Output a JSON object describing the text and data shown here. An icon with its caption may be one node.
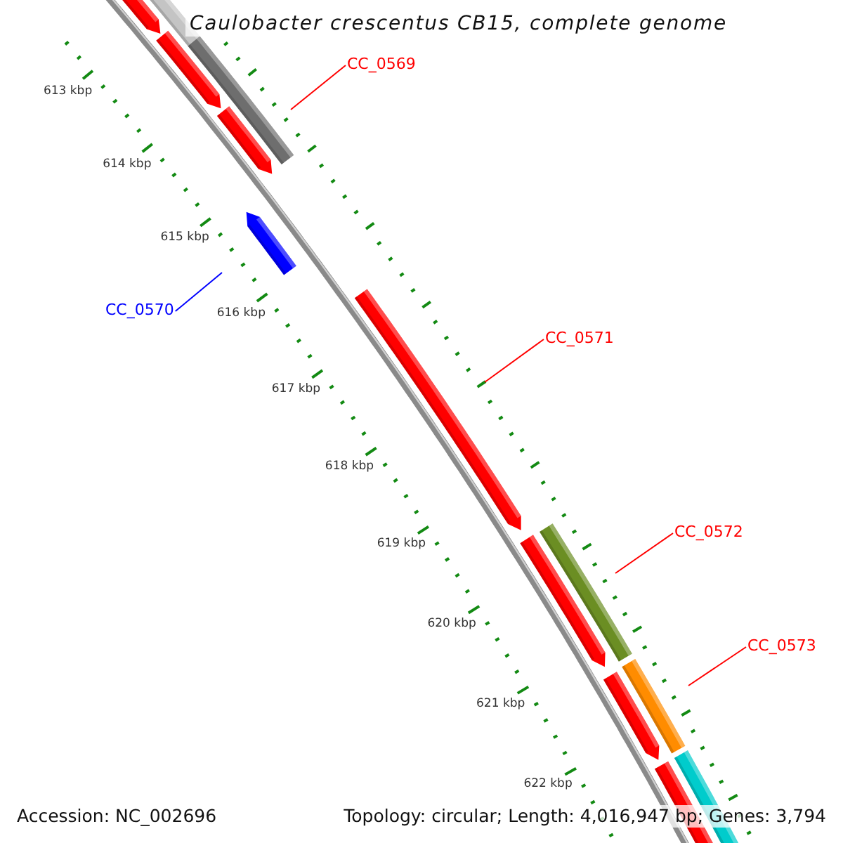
{
  "diagram": {
    "title": "Caulobacter crescentus CB15, complete genome",
    "nodes": [
      {
        "text": [
          "CC_0569"
        ]
      },
      {
        "text": [
          "CC_0570"
        ]
      },
      {
        "text": [
          "CC_0571"
        ]
      },
      {
        "text": [
          "CC_0572"
        ]
      },
      {
        "text": [
          "CC_0573"
        ]
      }
    ],
    "edges": [
      {
        "from": 0,
        "to": null,
        "arrow": "none"
      },
      {
        "from": 1,
        "to": null,
        "arrow": "none",
        "color": "#0000ff"
      },
      {
        "from": 2,
        "to": null,
        "arrow": "none"
      },
      {
        "from": 3,
        "to": null,
        "arrow": "none"
      },
      {
        "from": 4,
        "to": null,
        "arrow": "none"
      }
    ],
    "labels": [
      "613 kbp",
      "614 kbp",
      "615 kbp",
      "616 kbp",
      "617 kbp",
      "618 kbp",
      "619 kbp",
      "620 kbp",
      "621 kbp",
      "622 kbp",
      "Accession: NC_002696",
      "Topology: circular; Length: 4,016,947 bp; Genes: 3,794"
    ]
  }
}
